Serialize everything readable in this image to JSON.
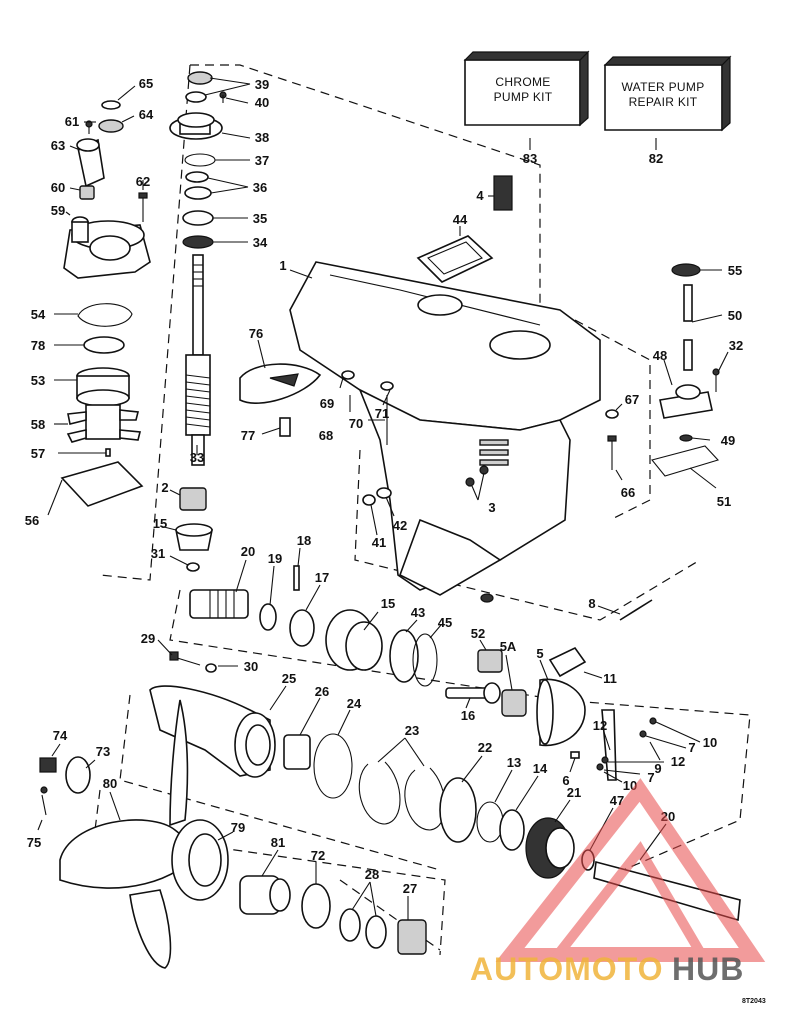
{
  "kits": {
    "chrome_pump_kit": [
      "CHROME",
      "PUMP KIT"
    ],
    "water_pump_repair_kit": [
      "WATER PUMP",
      "REPAIR KIT"
    ]
  },
  "labels": [
    "83",
    "82",
    "65",
    "39",
    "40",
    "61",
    "64",
    "38",
    "63",
    "37",
    "36",
    "62",
    "60",
    "35",
    "59",
    "34",
    "4",
    "44",
    "55",
    "1",
    "50",
    "54",
    "32",
    "48",
    "78",
    "76",
    "53",
    "69",
    "71",
    "67",
    "58",
    "70",
    "77",
    "68",
    "49",
    "57",
    "33",
    "66",
    "51",
    "56",
    "2",
    "3",
    "42",
    "41",
    "15",
    "31",
    "20",
    "19",
    "18",
    "17",
    "8",
    "15",
    "43",
    "45",
    "52",
    "5A",
    "5",
    "29",
    "30",
    "11",
    "25",
    "26",
    "24",
    "16",
    "12",
    "10",
    "23",
    "7",
    "74",
    "22",
    "13",
    "14",
    "73",
    "12",
    "9",
    "6",
    "10",
    "7",
    "21",
    "47",
    "20",
    "80",
    "75",
    "79",
    "81",
    "72",
    "28",
    "27"
  ],
  "watermark": {
    "text_a": "AUTOMOTO",
    "text_b": "HUB",
    "color_a": "#f0b43c",
    "color_b": "#555555",
    "logo_color": "#e84a4a"
  },
  "drawing_code": "8T2043"
}
